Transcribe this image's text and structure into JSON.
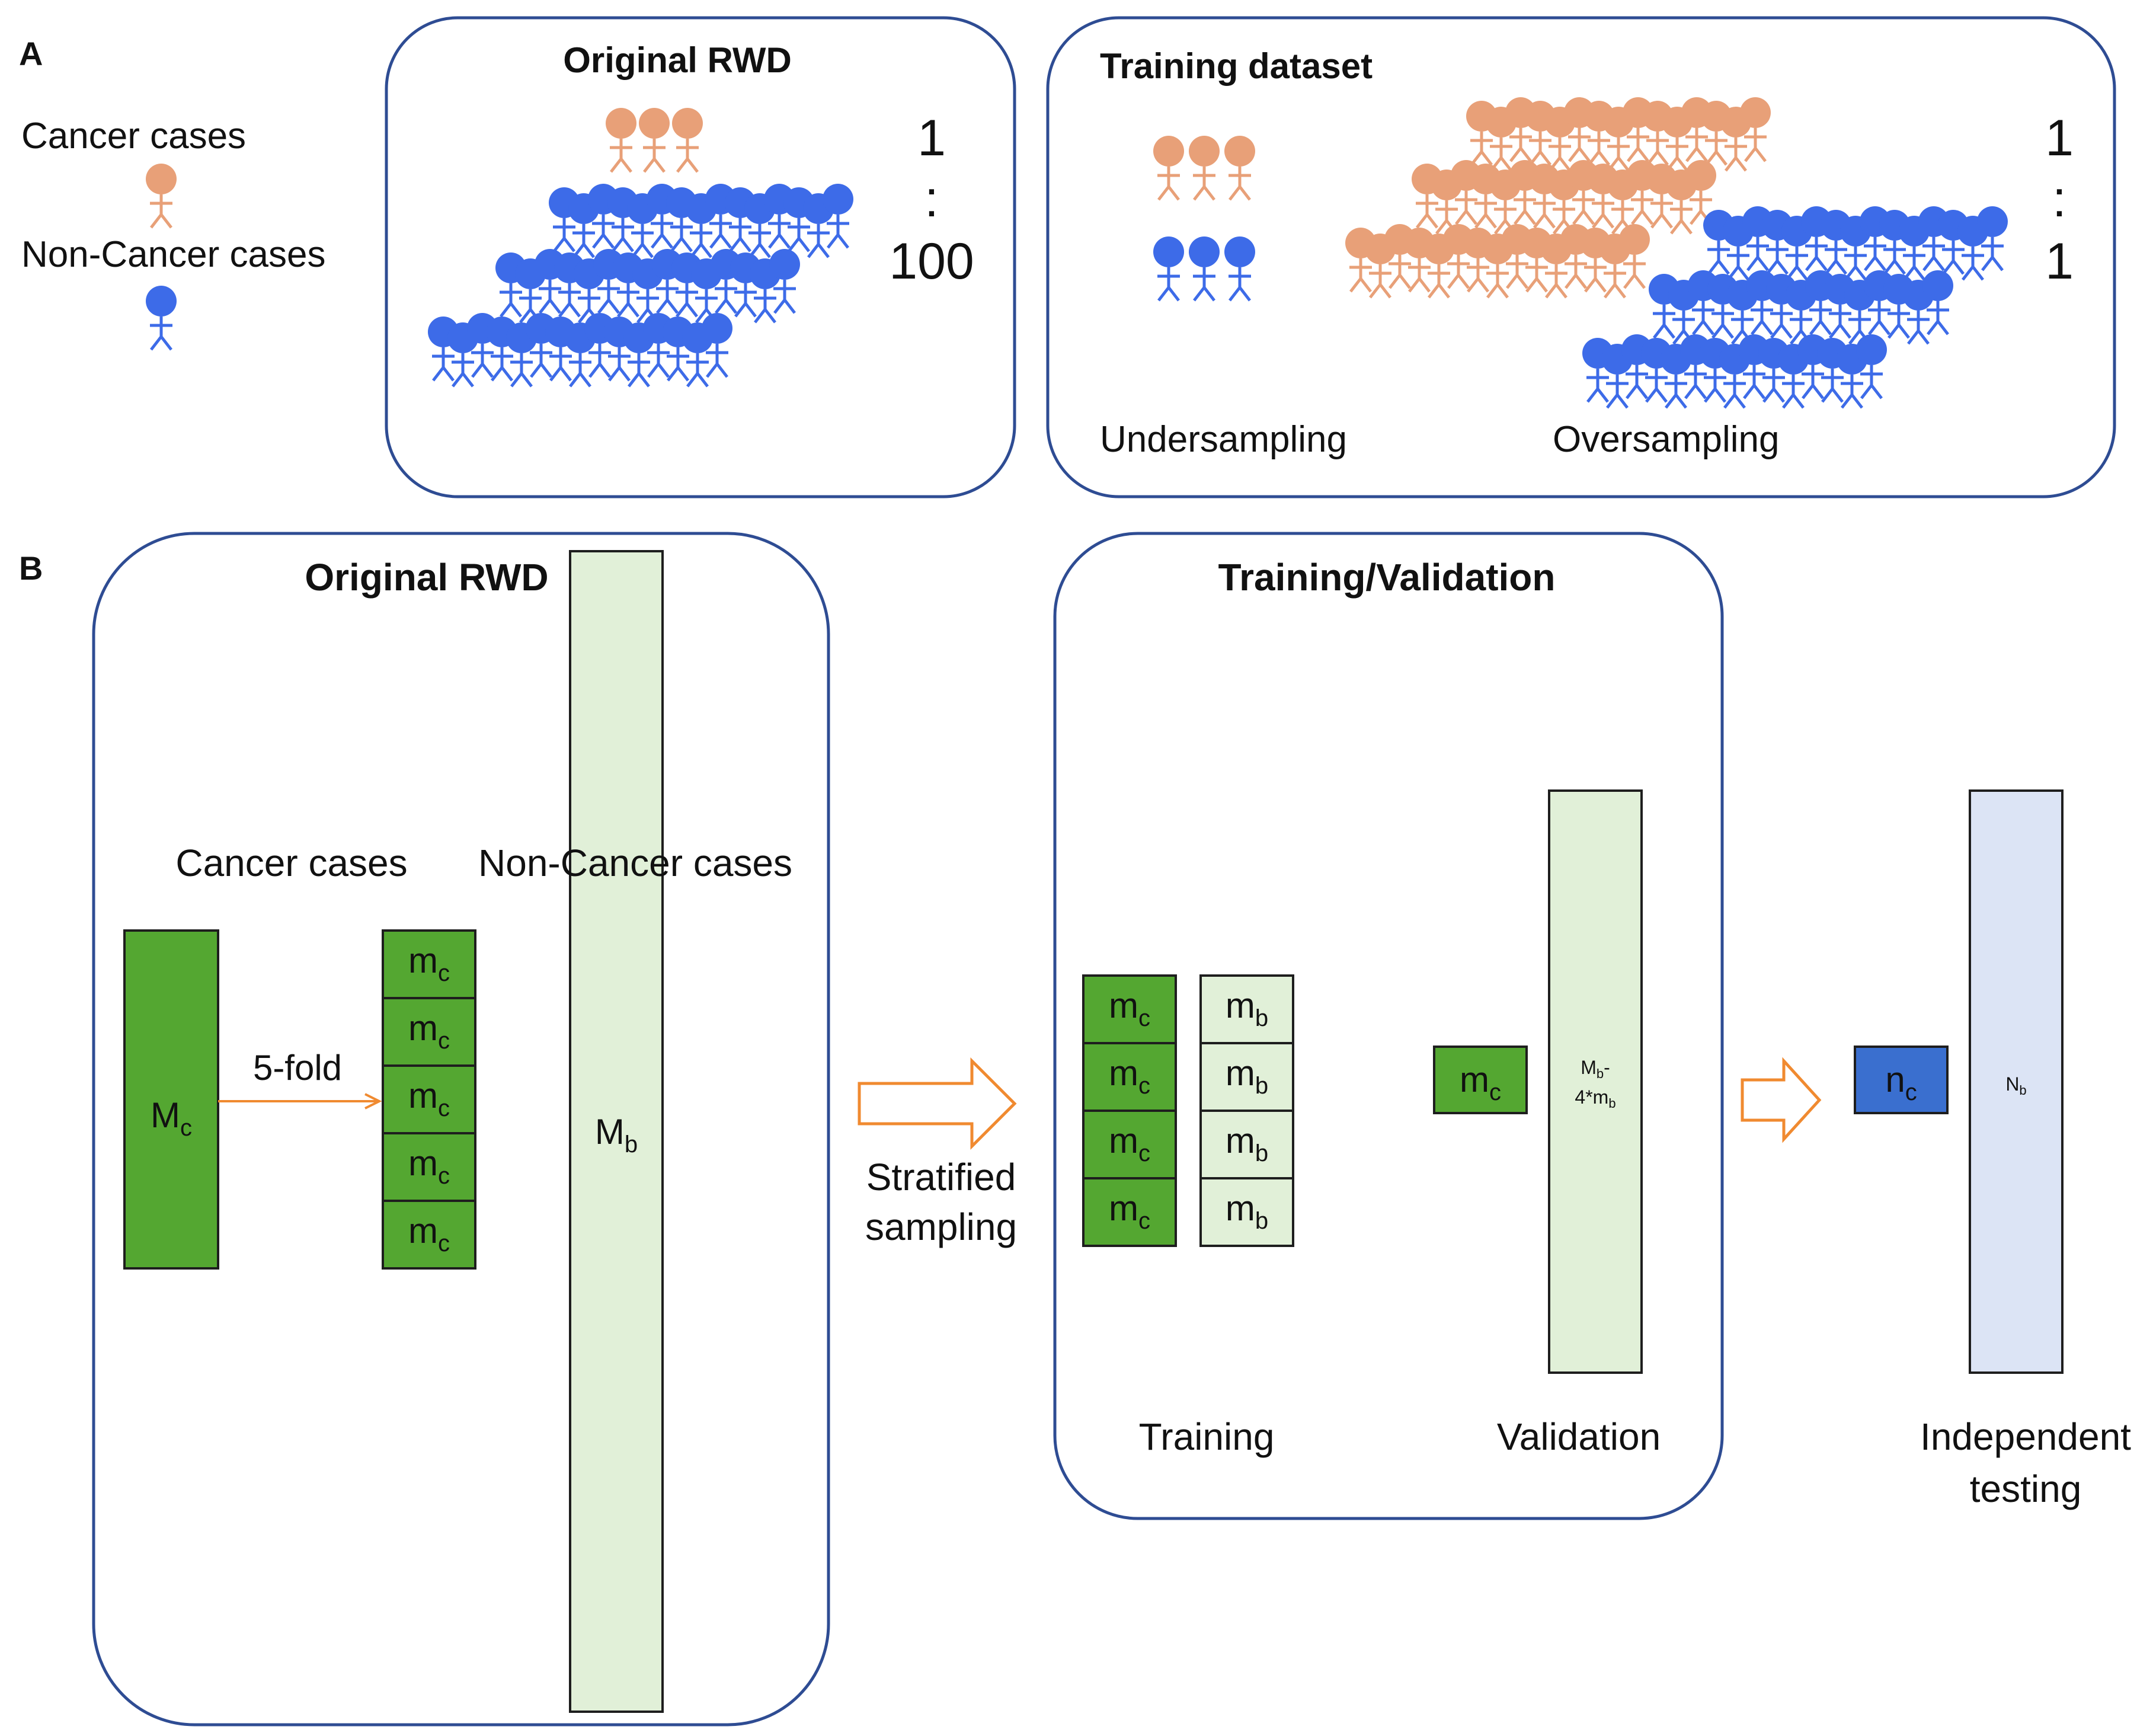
{
  "panel_a": {
    "label": "A",
    "legend": {
      "cancer": "Cancer cases",
      "noncancer": "Non-Cancer cases"
    },
    "original": {
      "title": "Original RWD",
      "ratio_top": "1",
      "ratio_colon": ":",
      "ratio_bottom": "100"
    },
    "training": {
      "title": "Training dataset",
      "ratio_top": "1",
      "ratio_colon": ":",
      "ratio_bottom": "1",
      "undersampling": "Undersampling",
      "oversampling": "Oversampling"
    }
  },
  "panel_b": {
    "label": "B",
    "original": {
      "title": "Original RWD",
      "cancer_cases": "Cancer cases",
      "noncancer_cases": "Non-Cancer cases",
      "Mc_main": "M",
      "Mc_sub": "c",
      "fold_label": "5-fold",
      "mc_main": "m",
      "mc_sub": "c",
      "Mb_main": "M",
      "Mb_sub": "b"
    },
    "stratified_line1": "Stratified",
    "stratified_line2": "sampling",
    "tv": {
      "title": "Training/Validation",
      "mc_main": "m",
      "mc_sub": "c",
      "mb_main": "m",
      "mb_sub": "b",
      "val_line1_main": "M",
      "val_line1_sub": "b",
      "val_line1_suffix": "-",
      "val_line2_main": "4*m",
      "val_line2_sub": "b",
      "training_label": "Training",
      "validation_label": "Validation"
    },
    "testing": {
      "nc_main": "n",
      "nc_sub": "c",
      "Nb_main": "N",
      "Nb_sub": "b",
      "label_line1": "Independent",
      "label_line2": "testing"
    }
  },
  "colors": {
    "frame": "#2E4C93",
    "orange_person": "#E8A078",
    "blue_person": "#3D6BE8",
    "dark_green": "#54A731",
    "light_green": "#E1F0D8",
    "light_blue": "#DCE4F5",
    "dark_blue": "#3A6FCF",
    "arrow_orange": "#F08A30"
  }
}
